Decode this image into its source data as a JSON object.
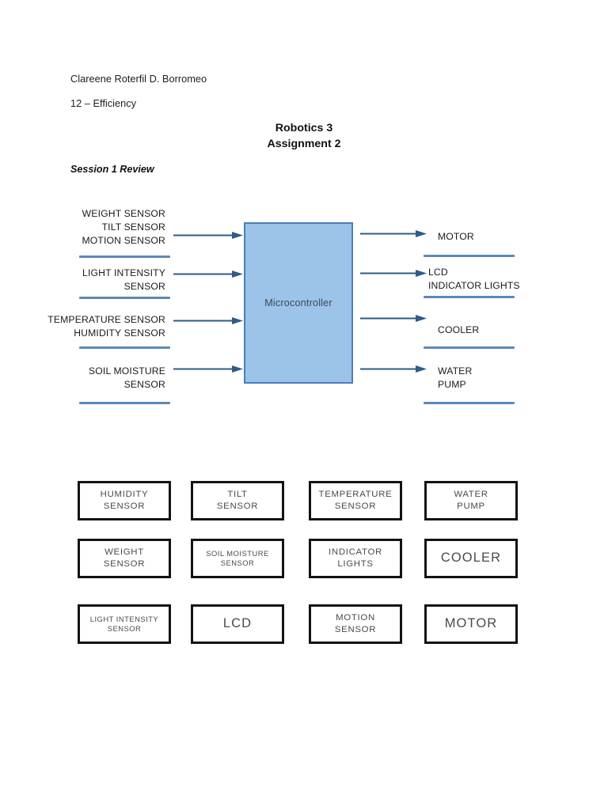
{
  "document": {
    "student_name": "Clareene Roterfil D. Borromeo",
    "student_section": "12 – Efficiency",
    "title_line1": "Robotics 3",
    "title_line2": "Assignment 2",
    "section_heading": "Session 1 Review"
  },
  "colors": {
    "mcu_fill": "#9CC3E8",
    "mcu_border": "#4A7EBB",
    "rule_blue": "#5B89B8",
    "arrow_blue": "#2E5B8A",
    "chip_border": "#131313",
    "chip_text": "#4A4A4A"
  },
  "diagram": {
    "center_block": "Microcontroller",
    "inputs": [
      {
        "lines": [
          "WEIGHT SENSOR",
          "TILT SENSOR",
          "MOTION SENSOR"
        ]
      },
      {
        "lines": [
          "LIGHT INTENSITY",
          "SENSOR"
        ]
      },
      {
        "lines": [
          "TEMPERATURE SENSOR",
          "HUMIDITY SENSOR"
        ]
      },
      {
        "lines": [
          "SOIL MOISTURE",
          "SENSOR"
        ]
      }
    ],
    "outputs": [
      {
        "lines": [
          "MOTOR"
        ]
      },
      {
        "lines": [
          "LCD",
          "INDICATOR LIGHTS"
        ]
      },
      {
        "lines": [
          "COOLER"
        ]
      },
      {
        "lines": [
          "WATER",
          "PUMP"
        ]
      }
    ]
  },
  "component_boxes": {
    "rows": [
      [
        {
          "lines": [
            "HUMIDITY",
            "SENSOR"
          ],
          "size": "m"
        },
        {
          "lines": [
            "TILT",
            "SENSOR"
          ],
          "size": "m"
        },
        {
          "lines": [
            "TEMPERATURE",
            "SENSOR"
          ],
          "size": "m"
        },
        {
          "lines": [
            "WATER",
            "PUMP"
          ],
          "size": "m"
        }
      ],
      [
        {
          "lines": [
            "WEIGHT",
            "SENSOR"
          ],
          "size": "m"
        },
        {
          "lines": [
            "SOIL MOISTURE",
            "SENSOR"
          ],
          "size": "s"
        },
        {
          "lines": [
            "INDICATOR",
            "LIGHTS"
          ],
          "size": "m"
        },
        {
          "lines": [
            "COOLER"
          ],
          "size": "l"
        }
      ],
      [
        {
          "lines": [
            "LIGHT INTENSITY",
            "SENSOR"
          ],
          "size": "s"
        },
        {
          "lines": [
            "LCD"
          ],
          "size": "l"
        },
        {
          "lines": [
            "MOTION",
            "SENSOR"
          ],
          "size": "m"
        },
        {
          "lines": [
            "MOTOR"
          ],
          "size": "l"
        }
      ]
    ]
  }
}
